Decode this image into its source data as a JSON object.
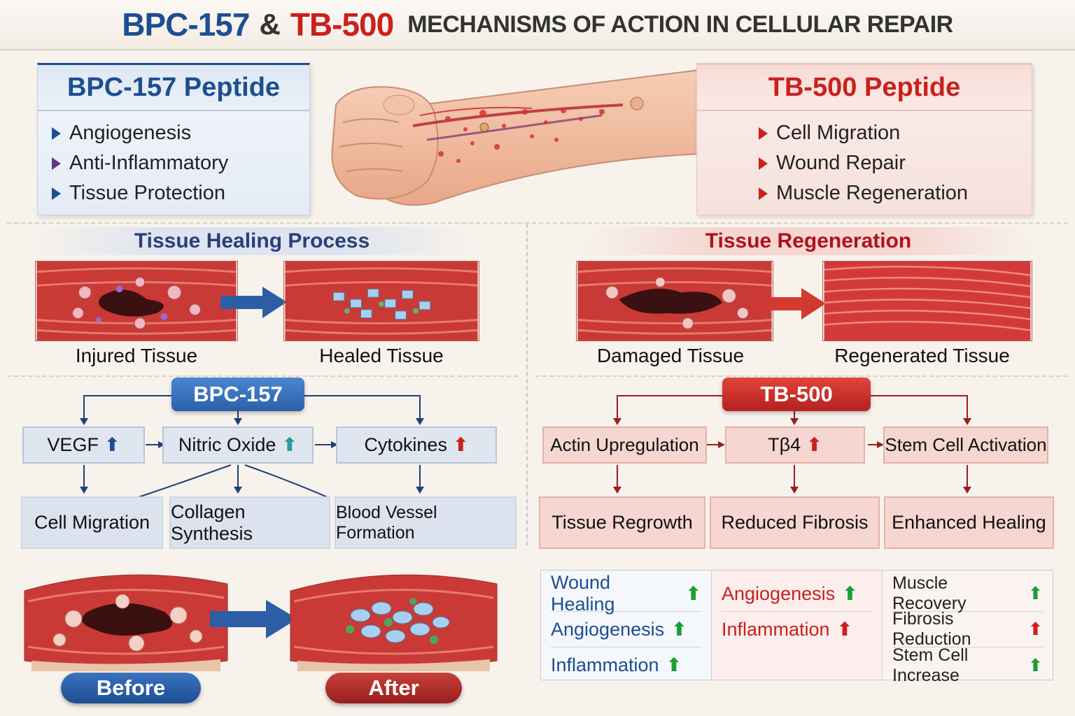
{
  "title": {
    "bpc": "BPC-157",
    "amp": "&",
    "tb": "TB-500",
    "rest": "MECHANISMS OF ACTION IN CELLULAR REPAIR"
  },
  "bpc_card": {
    "heading": "BPC-157 Peptide",
    "items": [
      "Angiogenesis",
      "Anti-Inflammatory",
      "Tissue Protection"
    ]
  },
  "tb_card": {
    "heading": "TB-500 Peptide",
    "items": [
      "Cell Migration",
      "Wound Repair",
      "Muscle Regeneration"
    ]
  },
  "left_section": {
    "title": "Tissue Healing Process",
    "before_label": "Injured Tissue",
    "after_label": "Healed Tissue"
  },
  "right_section": {
    "title": "Tissue Regeneration",
    "before_label": "Damaged Tissue",
    "after_label": "Regenerated Tissue"
  },
  "bpc_flow": {
    "hub": "BPC-157",
    "row1": [
      {
        "label": "VEGF",
        "arrow": "⬆"
      },
      {
        "label": "Nitric Oxide",
        "arrow": "⬆"
      },
      {
        "label": "Cytokines",
        "arrow": "⬆"
      }
    ],
    "row2": [
      "Cell Migration",
      "Collagen Synthesis",
      "Blood Vessel Formation"
    ]
  },
  "tb_flow": {
    "hub": "TB-500",
    "row1": [
      {
        "label": "Actin Upregulation",
        "arrow": ""
      },
      {
        "label": "Tβ4",
        "arrow": "⬆"
      },
      {
        "label": "Stem Cell Activation",
        "arrow": ""
      }
    ],
    "row2": [
      "Tissue Regrowth",
      "Reduced Fibrosis",
      "Enhanced Healing"
    ]
  },
  "before_after": {
    "before": "Before",
    "after": "After"
  },
  "benefits": {
    "col1": [
      {
        "label": "Wound Healing",
        "arrow": "⬆"
      },
      {
        "label": "Angiogenesis",
        "arrow": "⬆"
      },
      {
        "label": "Inflammation",
        "arrow": "⬆"
      }
    ],
    "col2": [
      {
        "label": "Angiogenesis",
        "arrow": "⬆"
      },
      {
        "label": "Inflammation",
        "arrow": "⬆"
      }
    ],
    "col3": [
      {
        "label": "Muscle Recovery",
        "arrow": "⬆"
      },
      {
        "label": "Fibrosis Reduction",
        "arrow": "⬆"
      },
      {
        "label": "Stem Cell Increase",
        "arrow": "⬆"
      }
    ]
  },
  "colors": {
    "bpc_blue": "#1d4e91",
    "tb_red": "#c8211f",
    "increase_green": "#1e9e34"
  }
}
